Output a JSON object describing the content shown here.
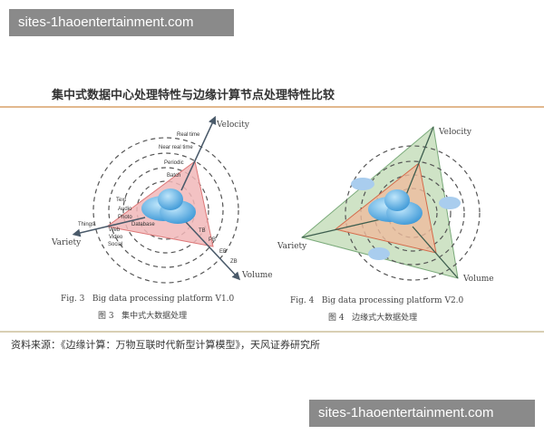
{
  "watermarks": [
    "sites-1haoentertainment.com",
    "sites-1haoentertainment.com"
  ],
  "title": "集中式数据中心处理特性与边缘计算节点处理特性比较",
  "source": "资料来源：《边缘计算：万物互联时代新型计算模型》，天风证券研究所",
  "fig3": {
    "axes": {
      "velocity": "Velocity",
      "variety": "Variety",
      "volume": "Volume"
    },
    "velocity_ticks": [
      "Real time",
      "Near real time",
      "Periodic",
      "Batch"
    ],
    "variety_ticks": [
      "Things",
      "Text",
      "Audio",
      "Photo",
      "Database",
      "Web",
      "Video",
      "Social"
    ],
    "volume_ticks": [
      "TB",
      "PB",
      "EB",
      "ZB"
    ],
    "caption_en": "Fig. 3   Big data processing platform V1.0",
    "caption_zh": "图 3   集中式大数据处理",
    "fill_color": "#f1b7b9"
  },
  "fig4": {
    "axes": {
      "velocity": "Velocity",
      "variety": "Variety",
      "volume": "Volume"
    },
    "caption_en": "Fig. 4   Big data processing platform V2.0",
    "caption_zh": "图 4   边缘式大数据处理",
    "outer_fill_color": "#cfe3c6",
    "inner_fill_color": "#eebc9e"
  }
}
